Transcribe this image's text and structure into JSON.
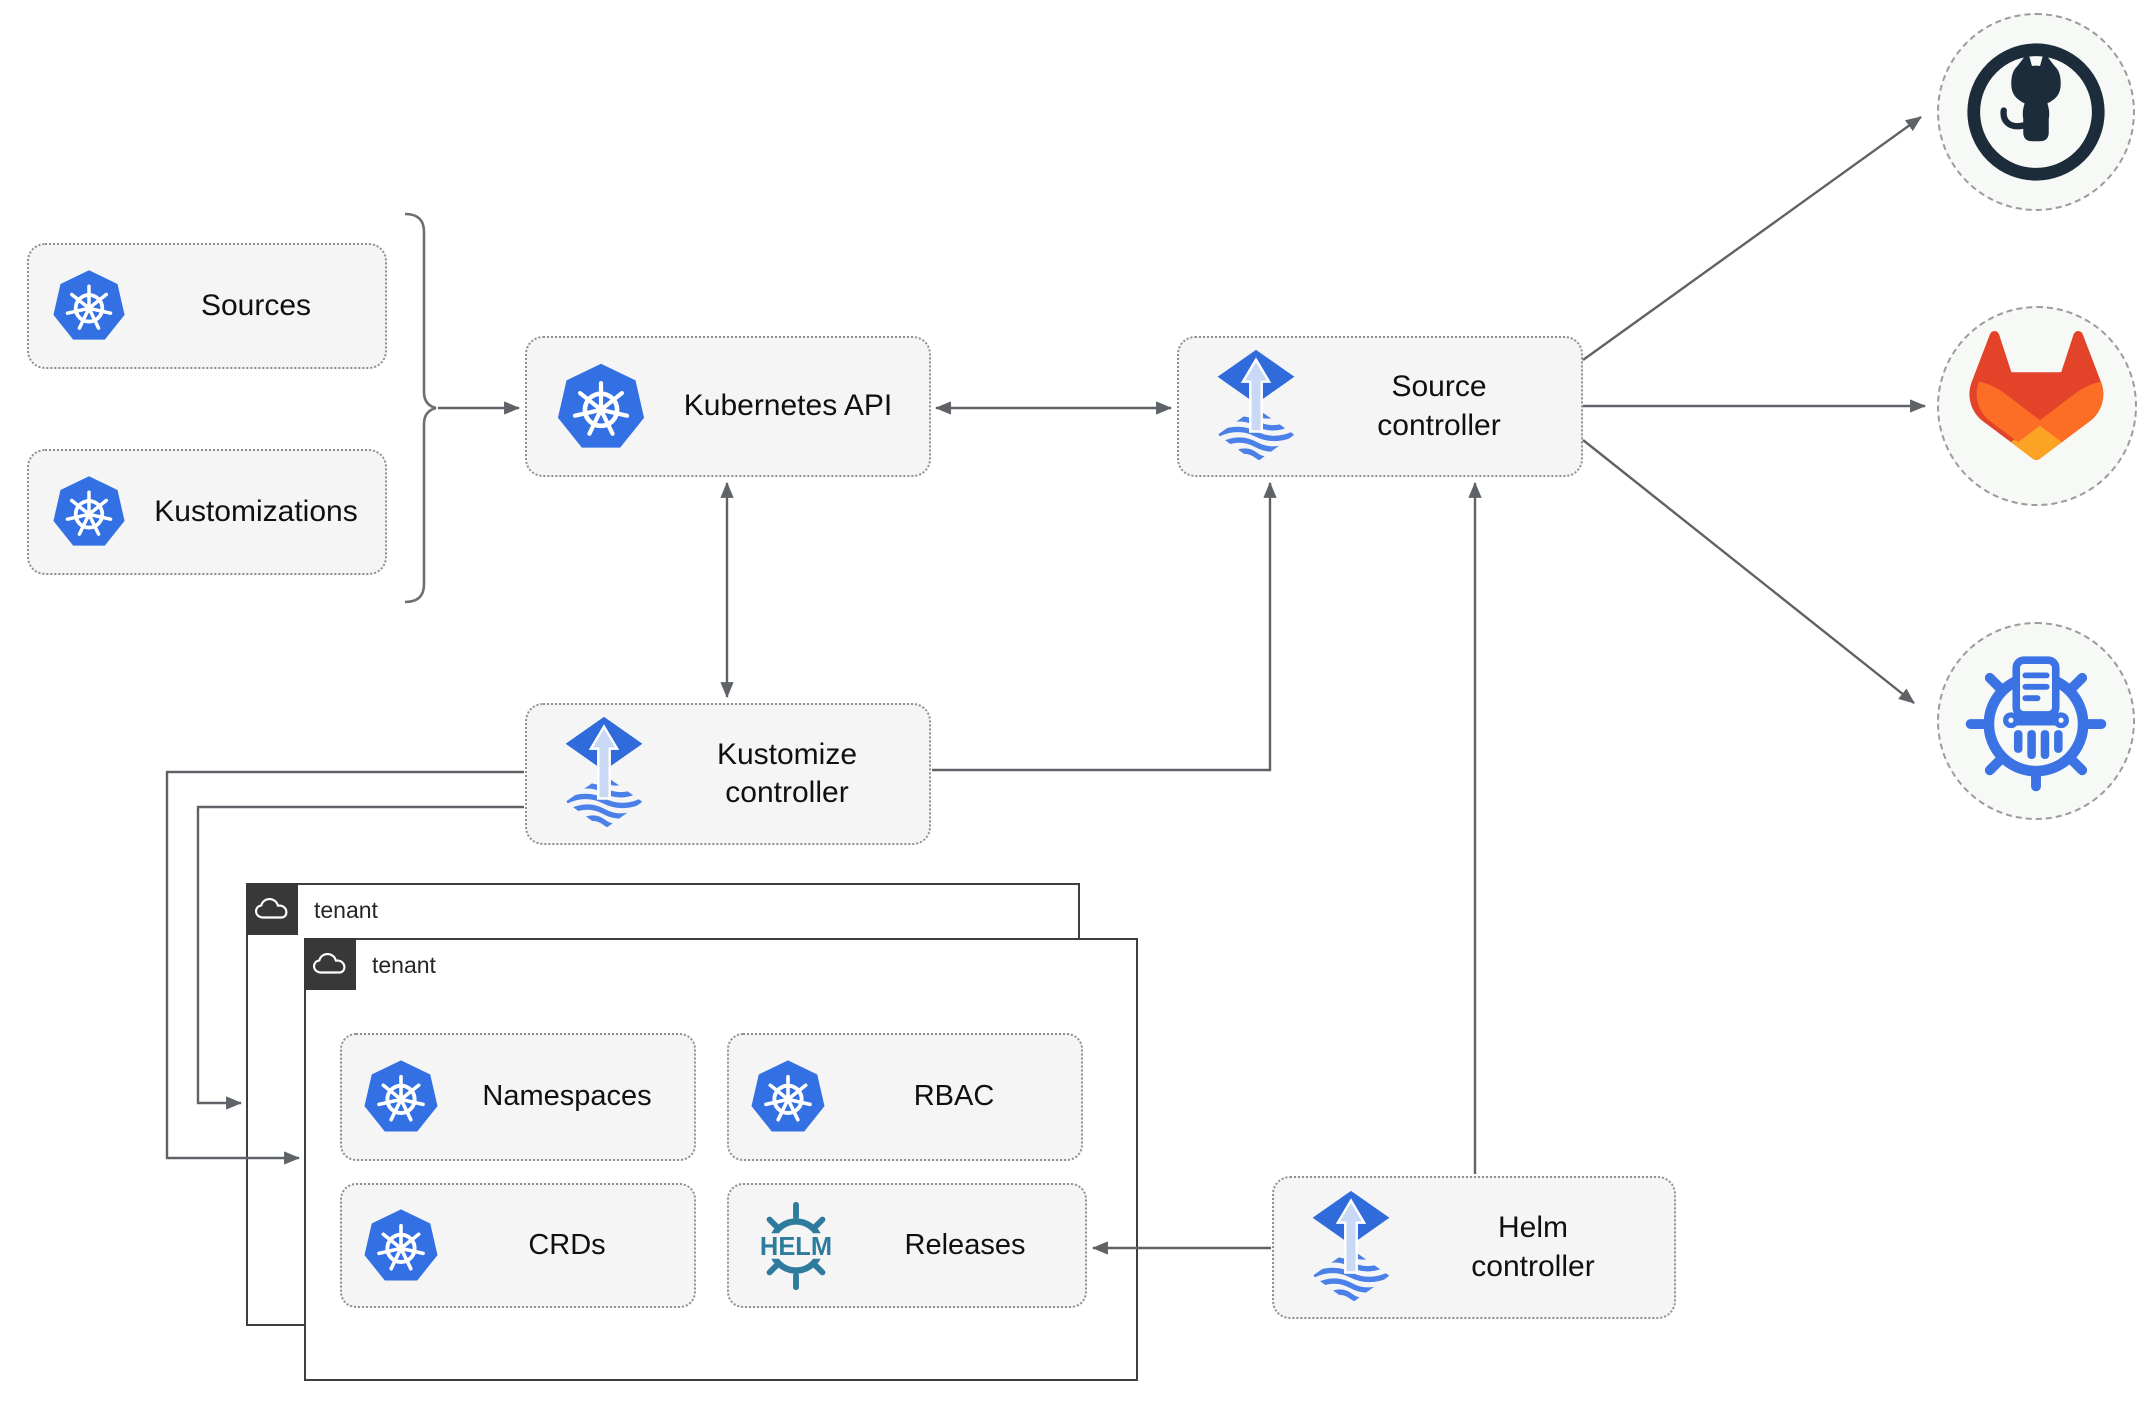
{
  "diagram": {
    "boxes": {
      "sources": "Sources",
      "kustomizations": "Kustomizations",
      "kubernetes_api": "Kubernetes API",
      "source_controller": "Source controller",
      "kustomize_controller": "Kustomize controller",
      "helm_controller": "Helm controller",
      "namespaces": "Namespaces",
      "rbac": "RBAC",
      "crds": "CRDs",
      "releases": "Releases"
    },
    "tenants": {
      "back_label": "tenant",
      "front_label": "tenant"
    },
    "icons": {
      "helm_wordmark": "HELM",
      "names": [
        "kubernetes-icon",
        "flux-icon",
        "helm-icon",
        "cloud-icon",
        "github-icon",
        "gitlab-icon",
        "chartmuseum-icon"
      ]
    },
    "colors": {
      "kubernetes_blue": "#3370e3",
      "flux_blue": "#2f6bdb",
      "flux_arrow_light": "#c9d8f4",
      "flux_wave_blue": "#4a80e8",
      "helm_teal": "#2f7b9d",
      "github_dark": "#1c2c3a",
      "gitlab_red": "#e24329",
      "gitlab_orange": "#fc6d26",
      "gitlab_amber": "#fca326",
      "chartmuseum_blue": "#3b72e4",
      "connector_gray": "#5f6368",
      "node_fill": "#f5f5f5",
      "tenant_border": "#3f3f3f",
      "tenant_badge": "#383838"
    }
  }
}
